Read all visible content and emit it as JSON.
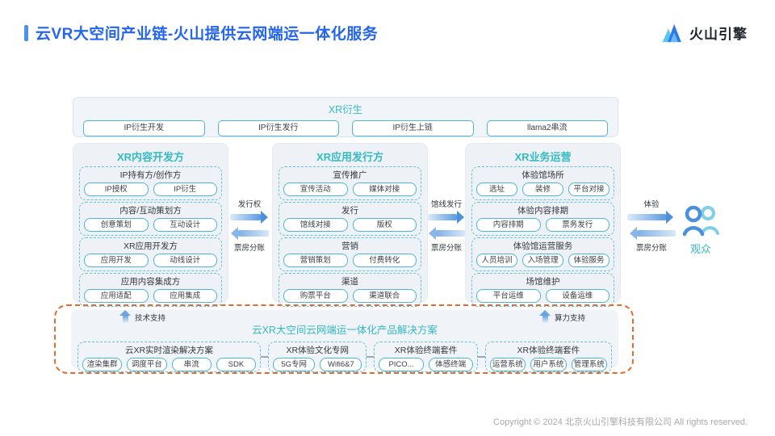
{
  "header": {
    "title": "云VR大空间产业链-火山提供云网端运一体化服务",
    "brand": "火山引擎"
  },
  "derive": {
    "title": "XR衍生",
    "items": [
      "IP衍生开发",
      "IP衍生发行",
      "IP衍生上链",
      "llama2串流"
    ]
  },
  "columns": [
    {
      "title": "XR内容开发方",
      "groups": [
        {
          "title": "IP持有方/创作方",
          "items": [
            "IP授权",
            "IP衍生"
          ]
        },
        {
          "title": "内容/互动策划方",
          "items": [
            "创意策划",
            "互动设计"
          ]
        },
        {
          "title": "XR应用开发方",
          "items": [
            "应用开发",
            "动线设计"
          ]
        },
        {
          "title": "应用内容集成方",
          "items": [
            "应用适配",
            "应用集成"
          ]
        }
      ]
    },
    {
      "title": "XR应用发行方",
      "groups": [
        {
          "title": "宣传推广",
          "items": [
            "宣传活动",
            "媒体对接"
          ]
        },
        {
          "title": "发行",
          "items": [
            "馆线对接",
            "版权"
          ]
        },
        {
          "title": "营销",
          "items": [
            "营销策划",
            "付费转化"
          ]
        },
        {
          "title": "渠道",
          "items": [
            "购票平台",
            "渠道联合"
          ]
        }
      ]
    },
    {
      "title": "XR业务运营",
      "groups": [
        {
          "title": "体验馆场所",
          "items": [
            "选址",
            "装修",
            "平台对接"
          ]
        },
        {
          "title": "体验内容排期",
          "items": [
            "内容排期",
            "票务发行"
          ]
        },
        {
          "title": "体验馆运营服务",
          "items": [
            "人员培训",
            "入场管理",
            "体验服务"
          ]
        },
        {
          "title": "场馆维护",
          "items": [
            "平台运维",
            "设备运维"
          ]
        }
      ]
    }
  ],
  "flows": [
    {
      "top": "发行权",
      "bottom": "票房分账"
    },
    {
      "top": "馆线发行",
      "bottom": "票房分账"
    },
    {
      "top": "体验",
      "bottom": "票房分账"
    }
  ],
  "audience": "观众",
  "solution": {
    "title": "云XR大空间云网端运一体化产品解决方案",
    "left_support": "技术支持",
    "right_support": "算力支持",
    "groups": [
      {
        "title": "云XR实时渲染解决方案",
        "items": [
          "渲染集群",
          "调度平台",
          "串流",
          "SDK"
        ]
      },
      {
        "title": "XR体验文化专网",
        "items": [
          "5G专网",
          "Wifi6&7"
        ]
      },
      {
        "title": "XR体验终端套件",
        "items": [
          "PICO...",
          "体感终端"
        ]
      },
      {
        "title": "XR体验终端套件",
        "items": [
          "运营系统",
          "用户系统",
          "管理系统"
        ]
      }
    ]
  },
  "copyright": "Copyright © 2024 北京火山引擎科技有限公司 All rights reserved.",
  "colors": {
    "title_blue": "#2465f0",
    "accent_cyan": "#35b9c5",
    "accent_orange": "#e66a2e",
    "arrow_blue": "#4a90dd"
  }
}
